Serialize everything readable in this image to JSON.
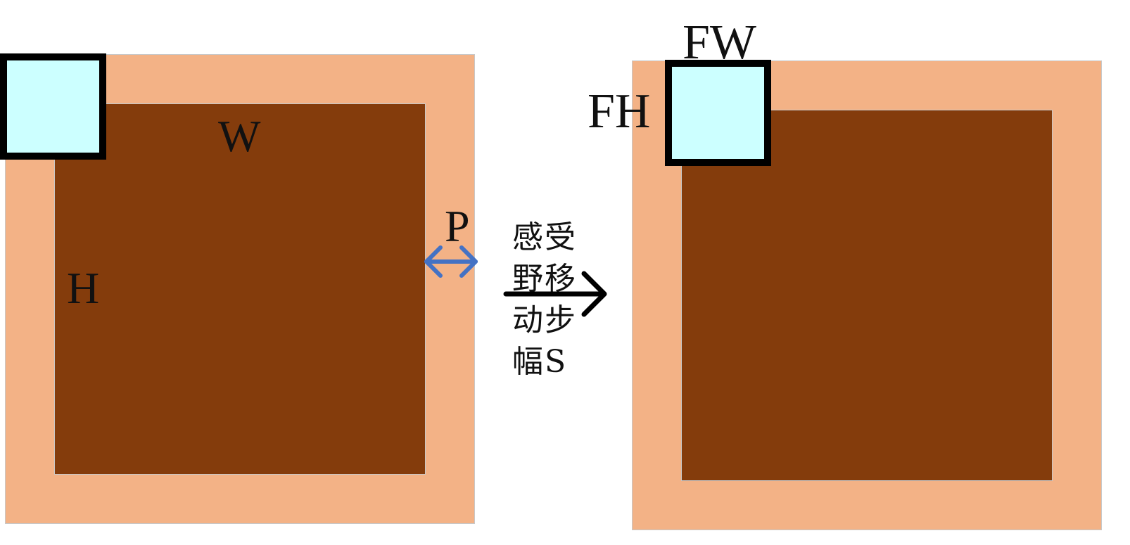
{
  "colors": {
    "padding": "#F3B286",
    "input": "#843C0C",
    "filter": "#CCFFFF",
    "padding_arrow": "#4472C4",
    "stride_arrow": "#000000"
  },
  "left_panel": {
    "width_label": "W",
    "height_label": "H",
    "padding_label": "P"
  },
  "center": {
    "stride_label": "感受野移动步幅S"
  },
  "right_panel": {
    "filter_width_label": "FW",
    "filter_height_label": "FH"
  },
  "icons": {
    "padding_arrow": "double-headed-arrow",
    "stride_arrow": "right-arrow"
  }
}
